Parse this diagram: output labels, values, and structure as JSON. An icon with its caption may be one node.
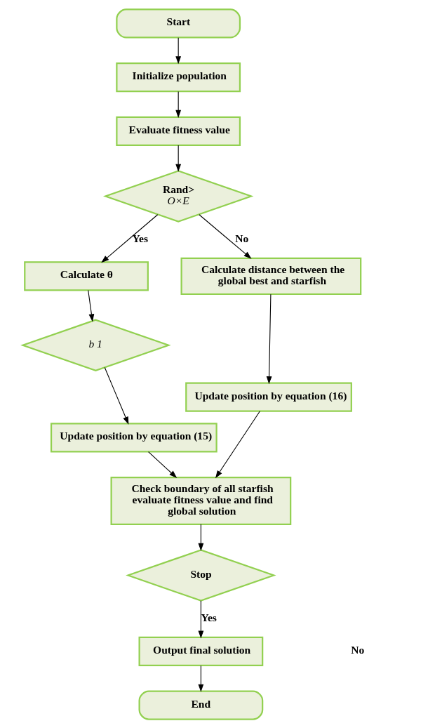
{
  "diagram": {
    "nodes": [
      {
        "text": [
          "Start"
        ]
      },
      {
        "text": [
          "Initialize population"
        ]
      },
      {
        "text": [
          "Evaluate fitness value"
        ]
      },
      {
        "text": [
          "Rand>",
          "O×E"
        ]
      },
      {
        "text": [
          "Calculate θ"
        ]
      },
      {
        "text": [
          "b 1"
        ]
      },
      {
        "text": [
          "Update position by equation (15)"
        ]
      },
      {
        "text": [
          "Calculate distance between the global best and starfish"
        ]
      },
      {
        "text": [
          "Update position by equation (16)"
        ]
      },
      {
        "text": [
          "Check boundary of all starfish evaluate fitness value and find global solution"
        ]
      },
      {
        "text": [
          "Stop"
        ]
      },
      {
        "text": [
          "Output final solution"
        ]
      },
      {
        "text": [
          "End"
        ]
      }
    ],
    "edges": [
      {
        "from": 0,
        "to": 1,
        "arrow": "to"
      },
      {
        "from": 1,
        "to": 2,
        "arrow": "to"
      },
      {
        "from": 2,
        "to": 3,
        "arrow": "to"
      },
      {
        "from": 3,
        "to": 4,
        "arrow": "to",
        "label": "Yes"
      },
      {
        "from": 3,
        "to": 7,
        "arrow": "to",
        "label": "No"
      },
      {
        "from": 4,
        "to": 5,
        "arrow": "to"
      },
      {
        "from": 5,
        "to": 6,
        "arrow": "to"
      },
      {
        "from": 7,
        "to": 8,
        "arrow": "to"
      },
      {
        "from": 6,
        "to": 9,
        "arrow": "to"
      },
      {
        "from": 8,
        "to": 9,
        "arrow": "to"
      },
      {
        "from": 9,
        "to": 10,
        "arrow": "to"
      },
      {
        "from": 10,
        "to": 11,
        "arrow": "to",
        "label": "Yes"
      },
      {
        "from": 11,
        "to": 12,
        "arrow": "to"
      }
    ],
    "labels": [
      "No"
    ]
  }
}
